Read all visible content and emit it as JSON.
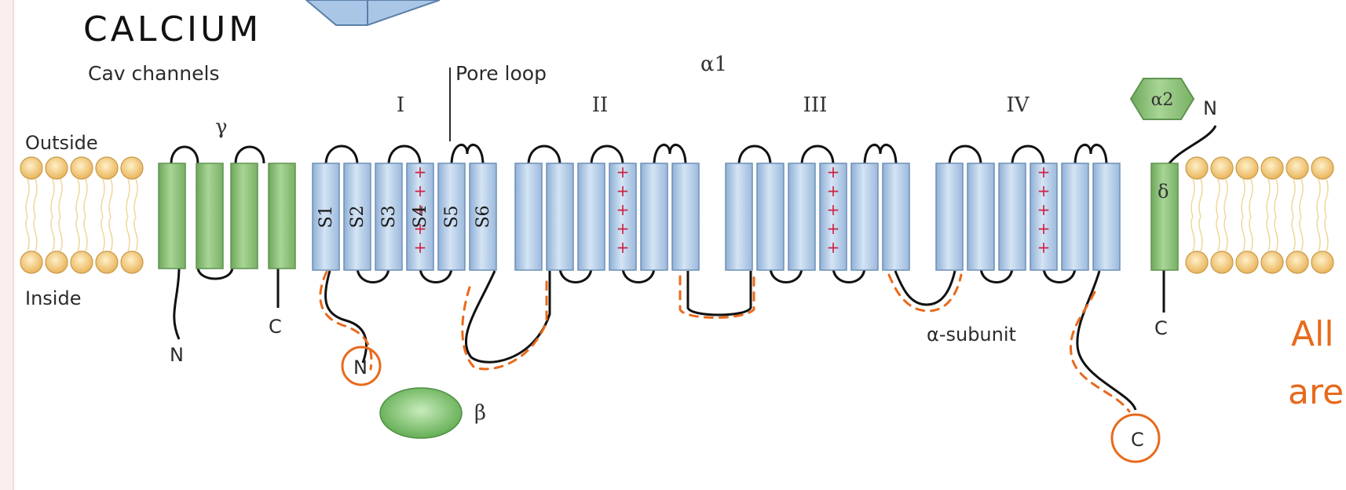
{
  "handwriting": {
    "title": "CALCIUM",
    "right_line1": "All",
    "right_line2": "are"
  },
  "labels": {
    "channel_family": "Cav channels",
    "outside": "Outside",
    "inside": "Inside",
    "pore_loop": "Pore loop",
    "alpha1": "α1",
    "gamma": "γ",
    "delta": "δ",
    "beta": "β",
    "alpha2": "α2",
    "alpha_subunit": "α-subunit",
    "gamma_n": "N",
    "gamma_c": "C",
    "alpha1_n": "N",
    "alpha1_c": "C",
    "alpha2_n": "N",
    "delta_c": "C"
  },
  "domains": [
    "I",
    "II",
    "III",
    "IV"
  ],
  "segments": [
    "S1",
    "S2",
    "S3",
    "S4",
    "S5",
    "S6"
  ],
  "charge_symbol": "+",
  "colors": {
    "helix_blue": "#b7cfe8",
    "helix_green": "#8fc27a",
    "lipid_head": "#f3c77a",
    "annotation_orange": "#e86a1c",
    "charge_red": "#cc2244"
  }
}
